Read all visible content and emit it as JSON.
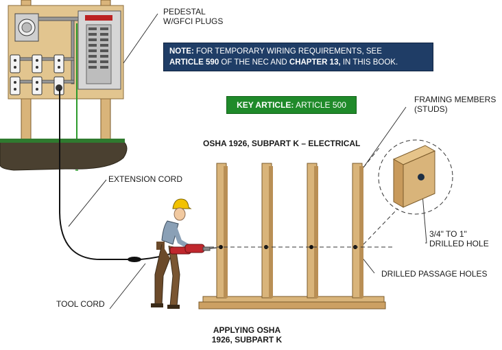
{
  "labels": {
    "pedestal_line1": "PEDESTAL",
    "pedestal_line2": "W/GFCI PLUGS",
    "framing_line1": "FRAMING MEMBERS",
    "framing_line2": "(STUDS)",
    "osha_heading": "OSHA 1926, SUBPART K – ELECTRICAL",
    "extension_cord": "EXTENSION CORD",
    "hole_size_line1": "3/4\" TO 1\"",
    "hole_size_line2": "DRILLED HOLE",
    "drilled_passage_holes": "DRILLED PASSAGE HOLES",
    "tool_cord": "TOOL CORD",
    "caption_line1": "APPLYING OSHA",
    "caption_line2": "1926, SUBPART K"
  },
  "note": {
    "prefix": "NOTE:",
    "text1": " FOR TEMPORARY WIRING REQUIREMENTS, SEE",
    "article": "ARTICLE 590",
    "text2": " OF THE NEC AND ",
    "chapter": "CHAPTER 13,",
    "text3": " IN THIS BOOK."
  },
  "key_article": {
    "prefix": "KEY ARTICLE:",
    "value": " ARTICLE 500"
  },
  "colors": {
    "note_bg": "#1f3d66",
    "key_bg": "#1f8a2a",
    "wood": "#d9b47a",
    "ground": "#2f7a2f",
    "hardhat": "#f2c200",
    "tool": "#c0272d"
  }
}
